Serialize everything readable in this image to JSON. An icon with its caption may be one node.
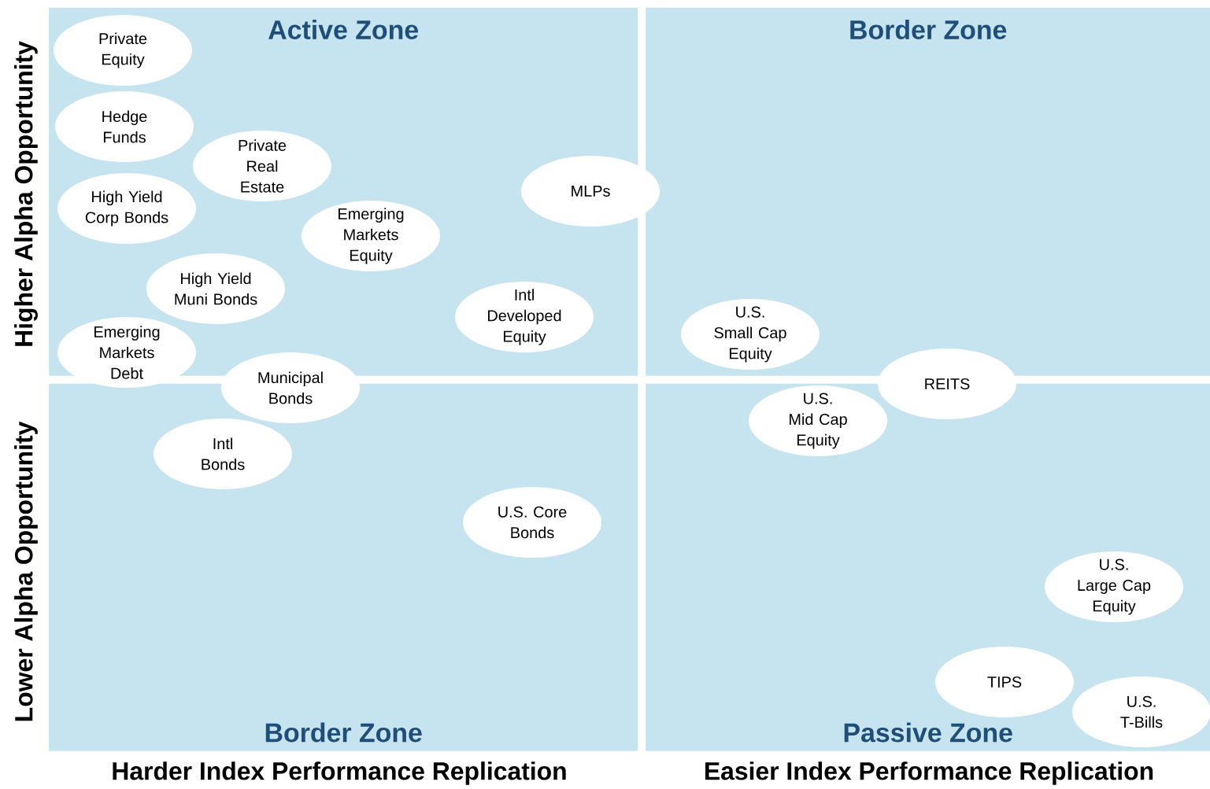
{
  "diagram": {
    "nodes": [
      {
        "text": [
          "Active Zone"
        ]
      },
      {
        "text": [
          "Border Zone"
        ]
      },
      {
        "text": [
          "Border Zone"
        ]
      },
      {
        "text": [
          "Passive Zone"
        ]
      },
      {
        "text": [
          "Private Equity"
        ],
        "in": 0
      },
      {
        "text": [
          "Hedge Funds"
        ],
        "in": 0
      },
      {
        "text": [
          "Private Real Estate"
        ],
        "in": 0
      },
      {
        "text": [
          "MLPs"
        ]
      },
      {
        "text": [
          "High Yield Corp Bonds"
        ],
        "in": 0
      },
      {
        "text": [
          "Emerging Markets Equity"
        ],
        "in": 0
      },
      {
        "text": [
          "High Yield Muni Bonds"
        ],
        "in": 0
      },
      {
        "text": [
          "Intl Developed Equity"
        ],
        "in": 0
      },
      {
        "text": [
          "U.S. Small Cap Equity"
        ],
        "in": 1
      },
      {
        "text": [
          "Emerging Markets Debt"
        ]
      },
      {
        "text": [
          "REITS"
        ]
      },
      {
        "text": [
          "Municipal Bonds"
        ]
      },
      {
        "text": [
          "U.S. Mid Cap Equity"
        ],
        "in": 3
      },
      {
        "text": [
          "Intl Bonds"
        ],
        "in": 2
      },
      {
        "text": [
          "U.S. Core Bonds"
        ],
        "in": 2
      },
      {
        "text": [
          "U.S. Large Cap Equity"
        ],
        "in": 3
      },
      {
        "text": [
          "TIPS"
        ],
        "in": 3
      },
      {
        "text": [
          "U.S. T-Bills"
        ],
        "in": 3
      }
    ],
    "labels": [
      "Higher Alpha Opportunity",
      "Lower Alpha Opportunity",
      "Harder Index Performance Replication",
      "Easier Index Performance Replication"
    ]
  }
}
